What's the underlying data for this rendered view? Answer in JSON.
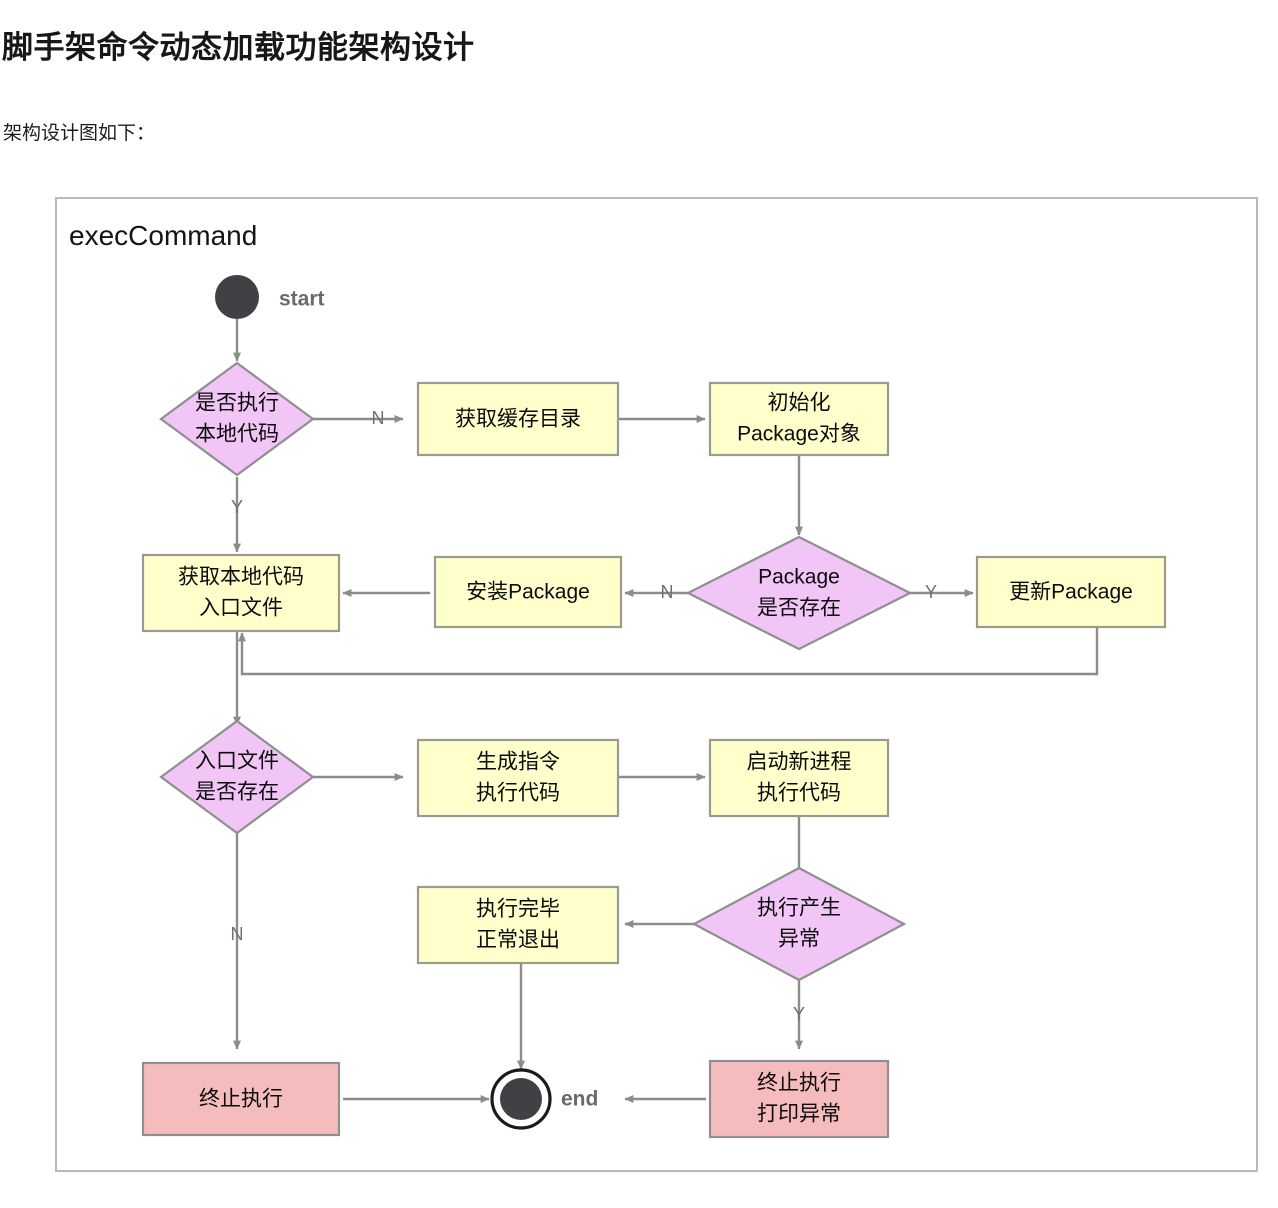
{
  "document": {
    "title": "脚手架命令动态加载功能架构设计",
    "subtitle": "架构设计图如下："
  },
  "diagram": {
    "lane_title": "execCommand",
    "start_label": "start",
    "end_label": "end",
    "colors": {
      "process_fill": "#ffffcc",
      "decision_fill": "#f2c5f7",
      "terminate_fill": "#f4bcbc",
      "edge_stroke": "#8c8c8c",
      "node_stroke": "#8f8f8f",
      "frame_stroke": "#b9b9b9",
      "terminal_fill": "#3f4145"
    },
    "nodes": [
      {
        "id": "start",
        "type": "start-terminal",
        "label": "start"
      },
      {
        "id": "d1",
        "type": "decision",
        "line1": "是否执行",
        "line2": "本地代码"
      },
      {
        "id": "p1",
        "type": "process",
        "line1": "获取缓存目录",
        "line2": ""
      },
      {
        "id": "p2",
        "type": "process",
        "line1": "初始化",
        "line2": "Package对象"
      },
      {
        "id": "d2",
        "type": "decision",
        "line1": "Package",
        "line2": "是否存在"
      },
      {
        "id": "p3",
        "type": "process",
        "line1": "更新Package",
        "line2": ""
      },
      {
        "id": "p4",
        "type": "process",
        "line1": "安装Package",
        "line2": ""
      },
      {
        "id": "p5",
        "type": "process",
        "line1": "获取本地代码",
        "line2": "入口文件"
      },
      {
        "id": "d3",
        "type": "decision",
        "line1": "入口文件",
        "line2": "是否存在"
      },
      {
        "id": "p6",
        "type": "process",
        "line1": "生成指令",
        "line2": "执行代码"
      },
      {
        "id": "p7",
        "type": "process",
        "line1": "启动新进程",
        "line2": "执行代码"
      },
      {
        "id": "d4",
        "type": "decision",
        "line1": "执行产生",
        "line2": "异常"
      },
      {
        "id": "p8",
        "type": "process",
        "line1": "执行完毕",
        "line2": "正常退出"
      },
      {
        "id": "t1",
        "type": "terminate",
        "line1": "终止执行",
        "line2": ""
      },
      {
        "id": "t2",
        "type": "terminate",
        "line1": "终止执行",
        "line2": "打印异常"
      },
      {
        "id": "end",
        "type": "end-terminal",
        "label": "end"
      }
    ],
    "edges": [
      {
        "from": "start",
        "to": "d1",
        "label": ""
      },
      {
        "from": "d1",
        "to": "p1",
        "label": "N"
      },
      {
        "from": "d1",
        "to": "p5",
        "label": "Y"
      },
      {
        "from": "p1",
        "to": "p2",
        "label": ""
      },
      {
        "from": "p2",
        "to": "d2",
        "label": ""
      },
      {
        "from": "d2",
        "to": "p3",
        "label": "Y"
      },
      {
        "from": "d2",
        "to": "p4",
        "label": "N"
      },
      {
        "from": "p4",
        "to": "p5",
        "label": ""
      },
      {
        "from": "p3",
        "to": "p5",
        "label": ""
      },
      {
        "from": "p5",
        "to": "d3",
        "label": ""
      },
      {
        "from": "d3",
        "to": "p6",
        "label": ""
      },
      {
        "from": "d3",
        "to": "t1",
        "label": "N"
      },
      {
        "from": "p6",
        "to": "p7",
        "label": ""
      },
      {
        "from": "p7",
        "to": "d4",
        "label": ""
      },
      {
        "from": "d4",
        "to": "p8",
        "label": ""
      },
      {
        "from": "d4",
        "to": "t2",
        "label": "Y"
      },
      {
        "from": "p8",
        "to": "end",
        "label": ""
      },
      {
        "from": "t1",
        "to": "end",
        "label": ""
      },
      {
        "from": "t2",
        "to": "end",
        "label": ""
      }
    ]
  }
}
